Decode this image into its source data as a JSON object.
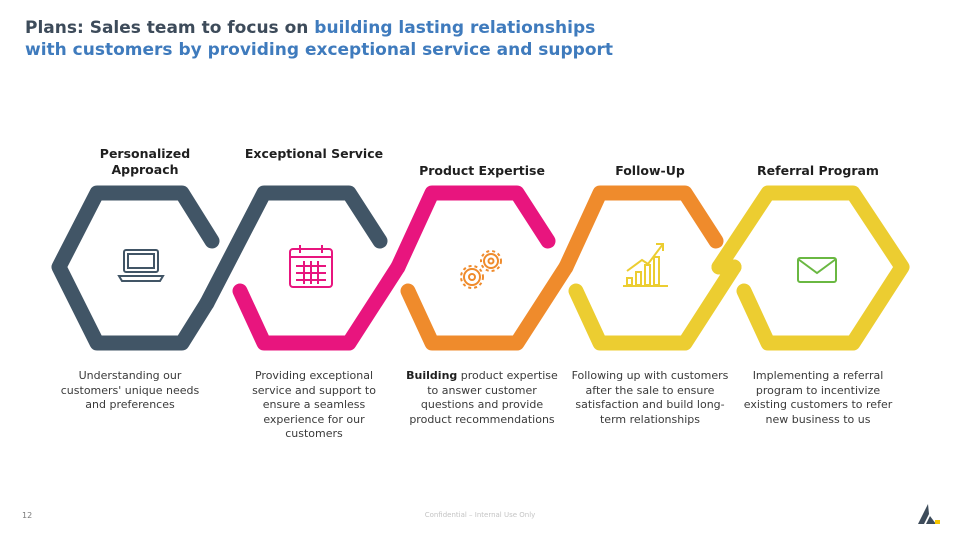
{
  "title": {
    "part1": "Plans: Sales team to focus on",
    "part2": " building lasting relationships with customers by providing exceptional service and support"
  },
  "colors": {
    "title": "#3d4b5a",
    "title_accent": "#3f7bbd",
    "slate": "#415566",
    "pink": "#e8157e",
    "orange": "#ef8b2c",
    "yellow": "#eccd31",
    "green": "#6ab842"
  },
  "steps": [
    {
      "title": "Personalized Approach",
      "icon": "laptop-icon",
      "color": "#415566",
      "desc_bold": "",
      "desc": "Understanding our customers' unique needs and preferences"
    },
    {
      "title": "Exceptional Service",
      "icon": "calendar-icon",
      "color": "#e8157e",
      "desc_bold": "",
      "desc": "Providing exceptional service and support to ensure a seamless experience for our customers"
    },
    {
      "title": "Product Expertise",
      "icon": "gears-icon",
      "color": "#ef8b2c",
      "desc_bold": "Building",
      "desc": " product expertise to answer customer questions and provide product recommendations"
    },
    {
      "title": "Follow-Up",
      "icon": "growth-chart-icon",
      "color": "#eccd31",
      "desc_bold": "",
      "desc": "Following up with customers after the sale to ensure satisfaction and build long-term relationships"
    },
    {
      "title": "Referral Program",
      "icon": "envelope-icon",
      "color": "#6ab842",
      "desc_bold": "",
      "desc": "Implementing a referral program to incentivize existing customers to refer new business to us"
    }
  ],
  "footer": {
    "page_number": "12",
    "confidential": "Confidential – Internal Use Only"
  }
}
